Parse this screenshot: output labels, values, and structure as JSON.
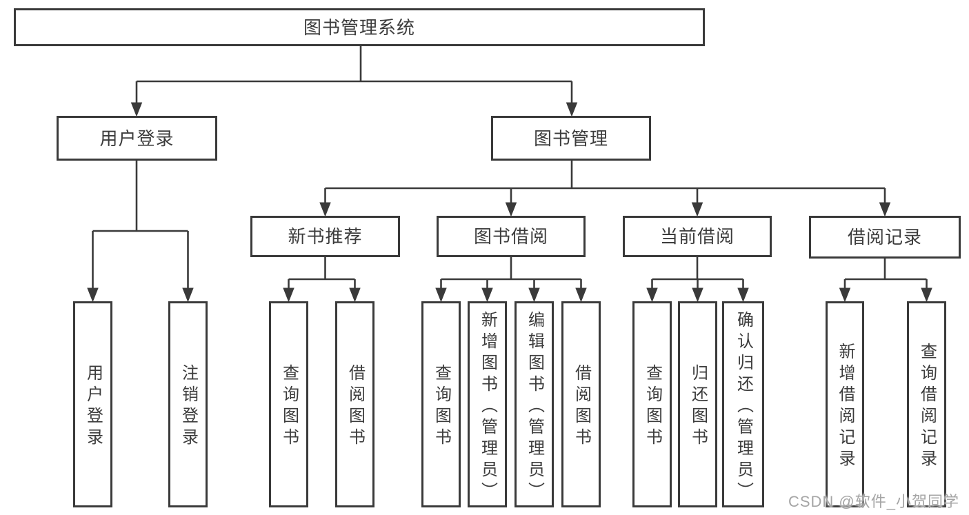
{
  "colors": {
    "line": "#3a3a3a",
    "box_border": "#3a3a3a",
    "text": "#3c3c3c",
    "watermark": "#a5a5a5",
    "background": "#ffffff"
  },
  "diagram": {
    "type": "hierarchy-tree",
    "title": "图书管理系统",
    "children": [
      {
        "label": "用户登录",
        "children": [
          {
            "label": "用户登录"
          },
          {
            "label": "注销登录"
          }
        ]
      },
      {
        "label": "图书管理",
        "children": [
          {
            "label": "新书推荐",
            "children": [
              {
                "label": "查询图书"
              },
              {
                "label": "借阅图书"
              }
            ]
          },
          {
            "label": "图书借阅",
            "children": [
              {
                "label": "查询图书"
              },
              {
                "label": "新增图书（管理员）"
              },
              {
                "label": "编辑图书（管理员）"
              },
              {
                "label": "借阅图书"
              }
            ]
          },
          {
            "label": "当前借阅",
            "children": [
              {
                "label": "查询图书"
              },
              {
                "label": "归还图书"
              },
              {
                "label": "确认归还（管理员）"
              }
            ]
          },
          {
            "label": "借阅记录",
            "children": [
              {
                "label": "新增借阅记录"
              },
              {
                "label": "查询借阅记录"
              }
            ]
          }
        ]
      }
    ]
  },
  "watermark": {
    "text": "CSDN @软件_小贺同学"
  }
}
